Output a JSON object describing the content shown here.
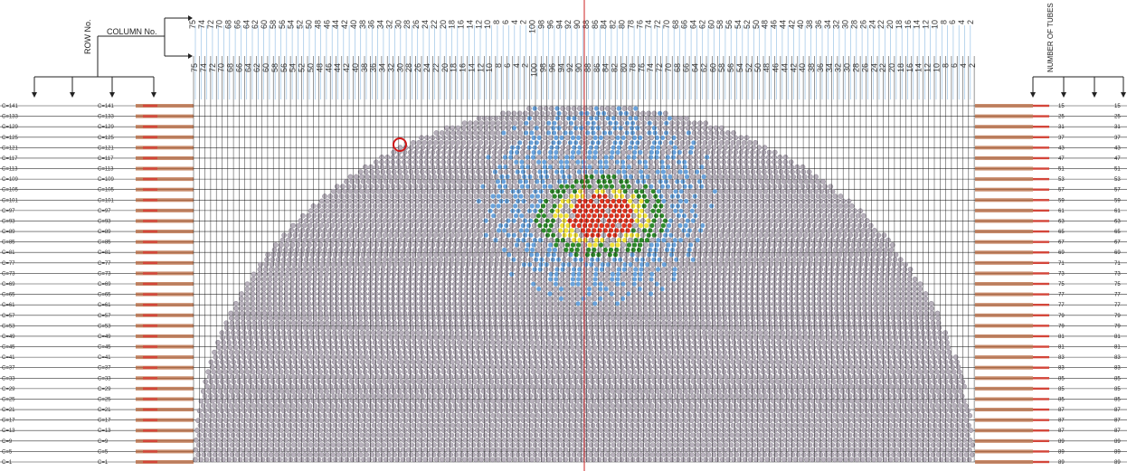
{
  "labels": {
    "row_no": "ROW No.",
    "column_no": "COLUMN No.",
    "number_of_tubes": "NUMBER OF TUBES"
  },
  "top_ticks_left": [
    "75",
    "74",
    "72",
    "70",
    "68",
    "66",
    "64",
    "62",
    "60",
    "58",
    "56",
    "54",
    "52",
    "50",
    "48",
    "46",
    "44",
    "42",
    "40",
    "38",
    "36",
    "34",
    "32",
    "30",
    "28",
    "26",
    "24",
    "22",
    "20",
    "18",
    "16",
    "14",
    "12",
    "10",
    "8",
    "6",
    "4",
    "2"
  ],
  "top_ticks_right": [
    "100",
    "98",
    "96",
    "94",
    "92",
    "90",
    "88",
    "86",
    "84",
    "82",
    "80",
    "78",
    "76",
    "74",
    "72",
    "70",
    "68",
    "66",
    "64",
    "62",
    "60",
    "58",
    "56",
    "54",
    "52",
    "50",
    "48",
    "46",
    "44",
    "42",
    "40",
    "38",
    "36",
    "34",
    "32",
    "30",
    "28",
    "26",
    "24",
    "22",
    "20",
    "18",
    "16",
    "14",
    "12",
    "10",
    "8",
    "6",
    "4",
    "2"
  ],
  "row_labels": [
    "C=141",
    "C=133",
    "C=129",
    "C=125",
    "C=121",
    "C=117",
    "C=113",
    "C=109",
    "C=105",
    "C=101",
    "C=97",
    "C=93",
    "C=89",
    "C=85",
    "C=81",
    "C=77",
    "C=73",
    "C=69",
    "C=65",
    "C=61",
    "C=57",
    "C=53",
    "C=49",
    "C=45",
    "C=41",
    "C=37",
    "C=33",
    "C=29",
    "C=25",
    "C=21",
    "C=17",
    "C=13",
    "C=9",
    "C=5",
    "C=1"
  ],
  "tube_counts": [
    "15",
    "25",
    "31",
    "37",
    "43",
    "47",
    "51",
    "53",
    "57",
    "59",
    "61",
    "63",
    "65",
    "67",
    "69",
    "71",
    "73",
    "75",
    "77",
    "77",
    "79",
    "79",
    "81",
    "81",
    "83",
    "83",
    "85",
    "85",
    "85",
    "87",
    "87",
    "87",
    "89",
    "89",
    "89"
  ],
  "colors": {
    "tube": "#b9b2bd",
    "tube_outline": "#6e6878",
    "blue": "#6aa3dd",
    "green": "#2f8a2c",
    "yellow": "#f2e23a",
    "red": "#e23420",
    "grid_line": "#111111",
    "column_guide": "#9cc4e6",
    "row_band": "#b5643a",
    "center_line": "#cc2222"
  }
}
